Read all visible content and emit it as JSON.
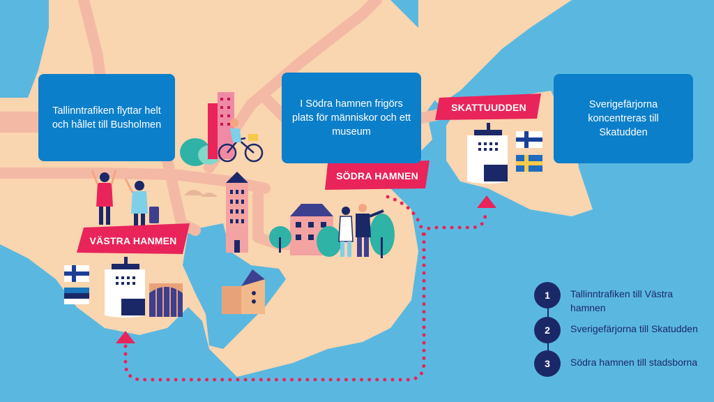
{
  "callouts": {
    "left": "Tallinntrafiken flyttar helt och hållet till Busholmen",
    "middle": "I Södra hamnen frigörs plats för människor och ett museum",
    "right": "Sverigefärjorna koncentreras till Skatudden"
  },
  "place_labels": {
    "vastra_hamnen": "VÄSTRA HANMEN",
    "sodra_hamnen": "SÖDRA HAMNEN",
    "skatudden": "SKATTUUDDEN"
  },
  "legend": [
    {
      "number": "1",
      "text": "Tallinntrafiken till Västra hamnen"
    },
    {
      "number": "2",
      "text": "Sverigefärjorna till Skatudden"
    },
    {
      "number": "3",
      "text": "Södra hamnen till stadsborna"
    }
  ],
  "colors": {
    "sea": "#5ab8e0",
    "land": "#f9d5b0",
    "road": "#f4b9a4",
    "callout": "#0c7fca",
    "tag": "#e8245a",
    "route": "#e8245a",
    "legend": "#1b2868",
    "ferry_hull": "#1b2868"
  },
  "icons": [
    "ferry-icon",
    "finland-flag-icon",
    "sweden-flag-icon",
    "estonia-flag-icon",
    "route-arrow-icon",
    "cyclist-icon",
    "people-icon",
    "tree-icon",
    "building-icon"
  ]
}
